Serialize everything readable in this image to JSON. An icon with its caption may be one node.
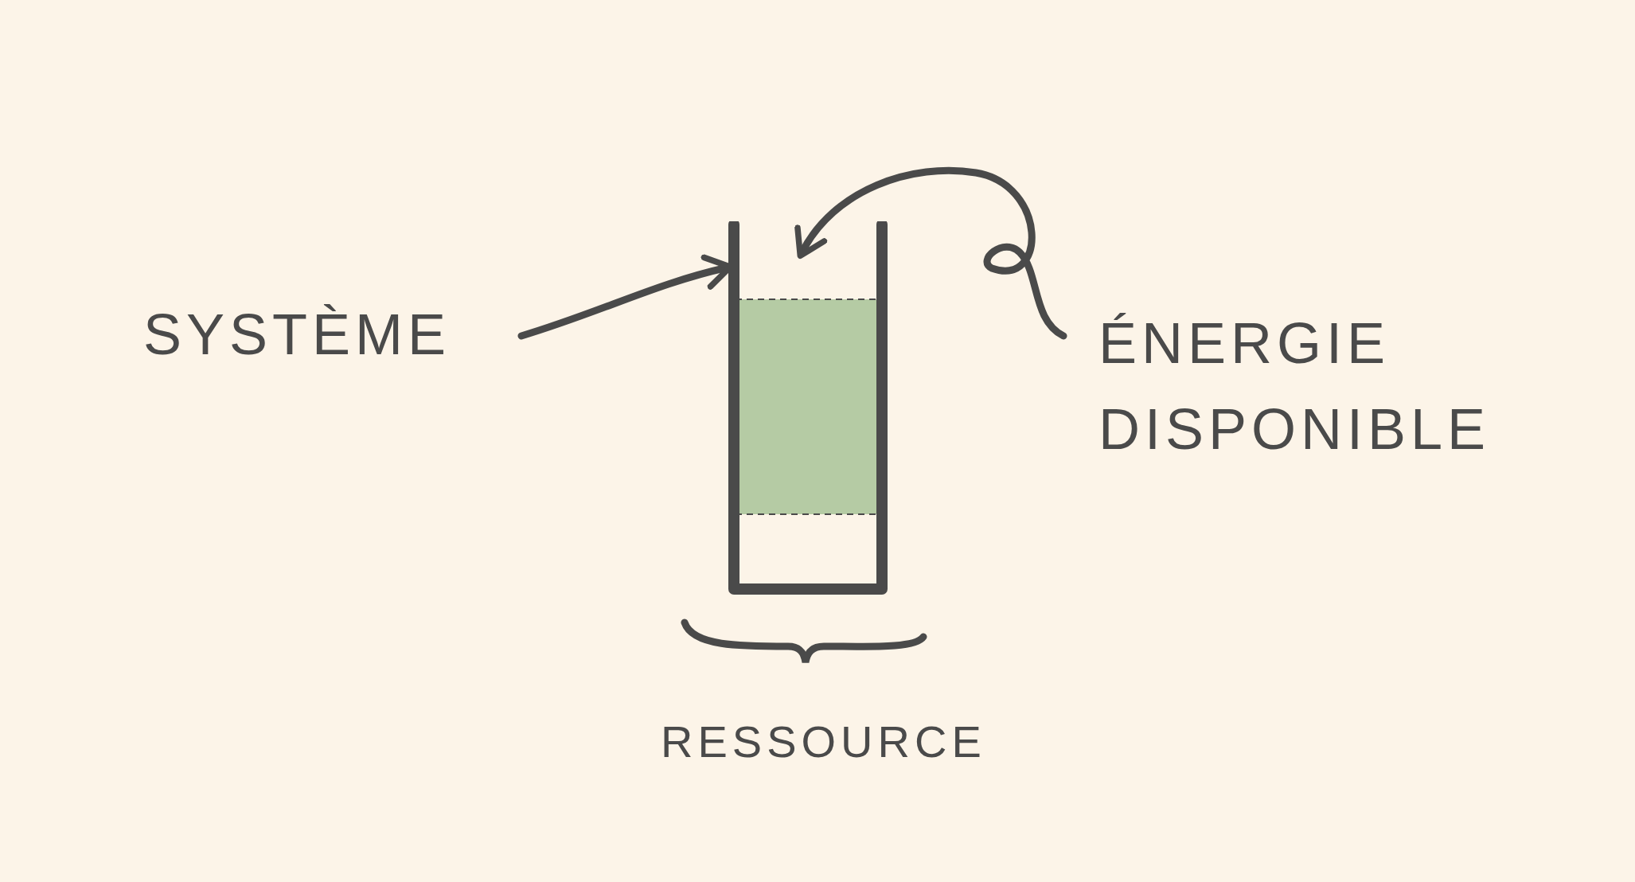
{
  "diagram": {
    "nodes": [
      {
        "text": [
          "SYSTÈME"
        ]
      },
      {
        "text": [],
        "shape": "container"
      },
      {
        "text": [
          "ÉNERGIE DISPONIBLE"
        ]
      }
    ],
    "edges": [
      {
        "from": 0,
        "to": 1,
        "arrow": "to"
      },
      {
        "from": 2,
        "to": 1,
        "arrow": "to"
      }
    ],
    "labels": [
      "RESSOURCE"
    ]
  }
}
